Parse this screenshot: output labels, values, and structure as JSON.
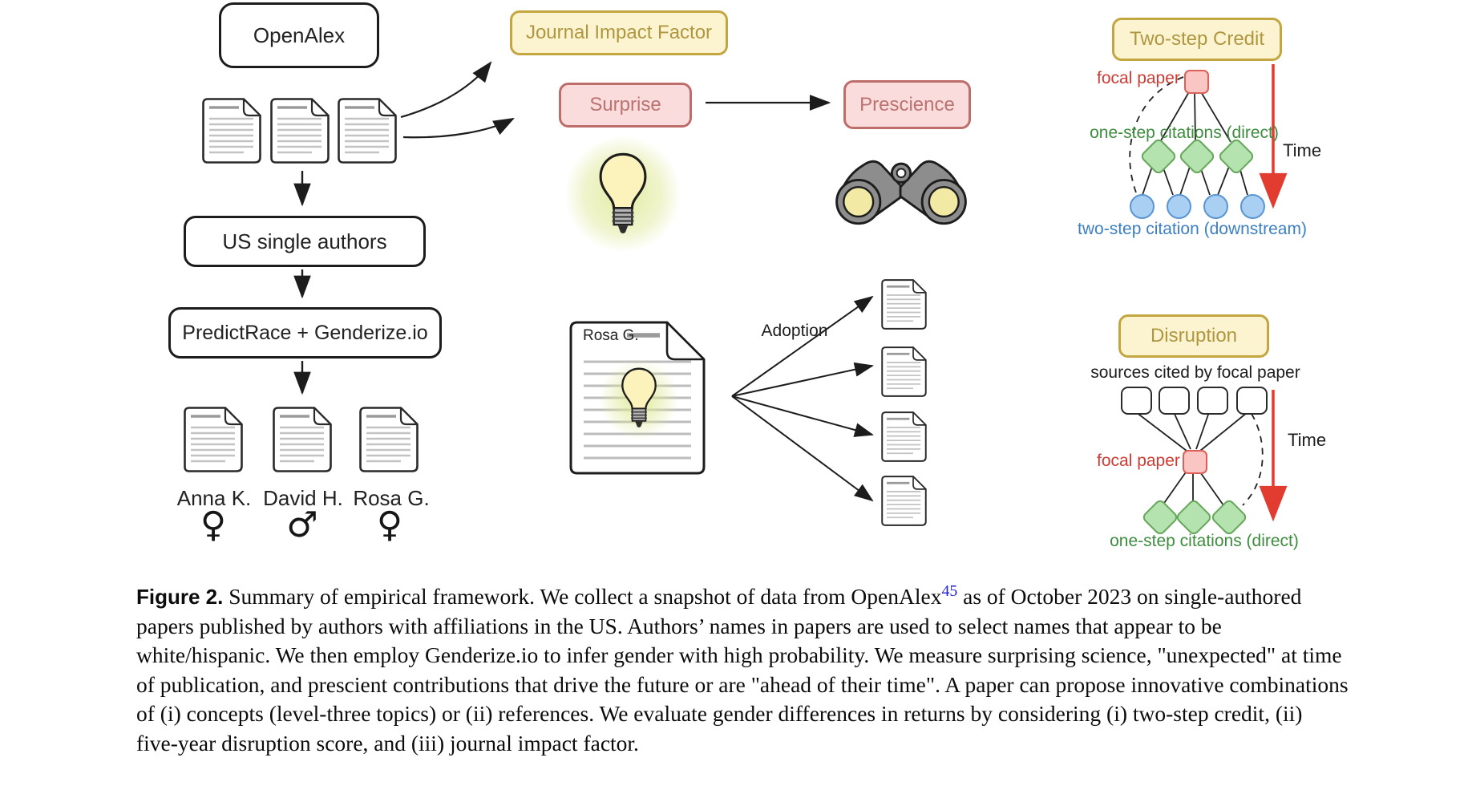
{
  "colors": {
    "yellow_box_bg": "#FCF4D1",
    "yellow_box_border": "#C3A63F",
    "yellow_box_text": "#AF9740",
    "pink_box_bg": "#F9DCDB",
    "pink_box_border": "#BE6E6A",
    "pink_box_text": "#BA7370",
    "focal_red": "#CE3B33",
    "green": "#3E8C3E",
    "blue": "#3C7FC2",
    "time_red": "#E23B30"
  },
  "flow": {
    "openalex": "OpenAlex",
    "us_single_authors": "US single authors",
    "predict_race": "PredictRace + Genderize.io"
  },
  "authors": [
    {
      "name": "Anna K.",
      "symbol": "♀"
    },
    {
      "name": "David H.",
      "symbol": "♂"
    },
    {
      "name": "Rosa G.",
      "symbol": "♀"
    }
  ],
  "measures": {
    "journal_impact_factor": "Journal Impact Factor",
    "surprise": "Surprise",
    "prescience": "Prescience",
    "adoption": "Adoption",
    "focal_author": "Rosa G."
  },
  "two_step_credit": {
    "title": "Two-step Credit",
    "focal_paper": "focal paper",
    "one_step": "one-step citations (direct)",
    "two_step": "two-step citation (downstream)",
    "time": "Time"
  },
  "disruption": {
    "title": "Disruption",
    "sources": "sources cited by focal paper",
    "focal_paper": "focal paper",
    "one_step": "one-step citations (direct)",
    "time": "Time"
  },
  "caption": {
    "label": "Figure 2.",
    "before_ref": " Summary of empirical framework. We collect a snapshot of data from OpenAlex",
    "ref": "45",
    "after_ref": " as of October 2023 on single-authored papers published by authors with affiliations in the US. Authors’ names in papers are used to select names that appear to be white/hispanic. We then employ Genderize.io to infer gender with high probability. We measure surprising science, \"unexpected\" at time of publication, and prescient contributions that drive the future or are \"ahead of their time\". A paper can propose innovative combinations of (i) concepts (level-three topics) or (ii) references. We evaluate gender differences in returns by considering (i) two-step credit, (ii) five-year disruption score, and (iii) journal impact factor."
  }
}
